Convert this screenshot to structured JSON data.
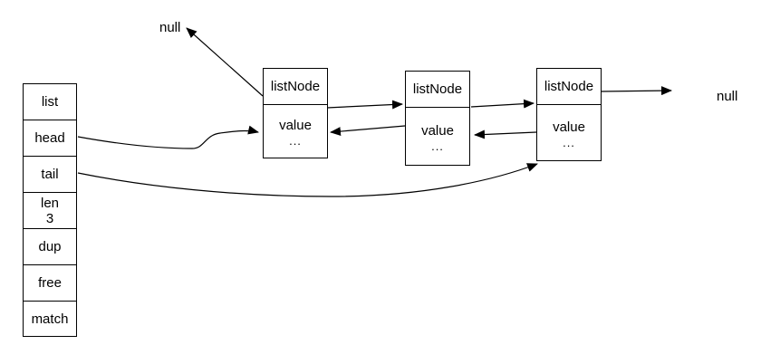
{
  "diagram": {
    "background_color": "#ffffff",
    "line_color": "#000000",
    "text_color": "#000000"
  },
  "struct_table": {
    "rows": [
      "list",
      "head",
      "tail",
      "len\n3",
      "dup",
      "free",
      "match"
    ]
  },
  "nodes": [
    {
      "title": "listNode",
      "field": "value",
      "ellipsis": "..."
    },
    {
      "title": "listNode",
      "field": "value",
      "ellipsis": "..."
    },
    {
      "title": "listNode",
      "field": "value",
      "ellipsis": "..."
    }
  ],
  "labels": {
    "null_head_prev": "null",
    "null_tail_next": "null"
  }
}
